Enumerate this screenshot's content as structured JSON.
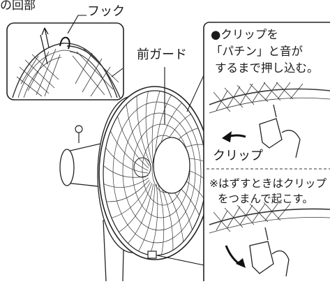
{
  "labels": {
    "section_fragment": "の回部",
    "hook": "フック",
    "front_guard": "前ガード",
    "clip": "クリップ"
  },
  "instructions": {
    "attach_lines": [
      "●クリップを",
      "「パチン」と音が",
      "するまで押し込む。"
    ],
    "remove_lines": [
      "※はずすときはクリップ",
      "をつまんで起こす。"
    ]
  }
}
